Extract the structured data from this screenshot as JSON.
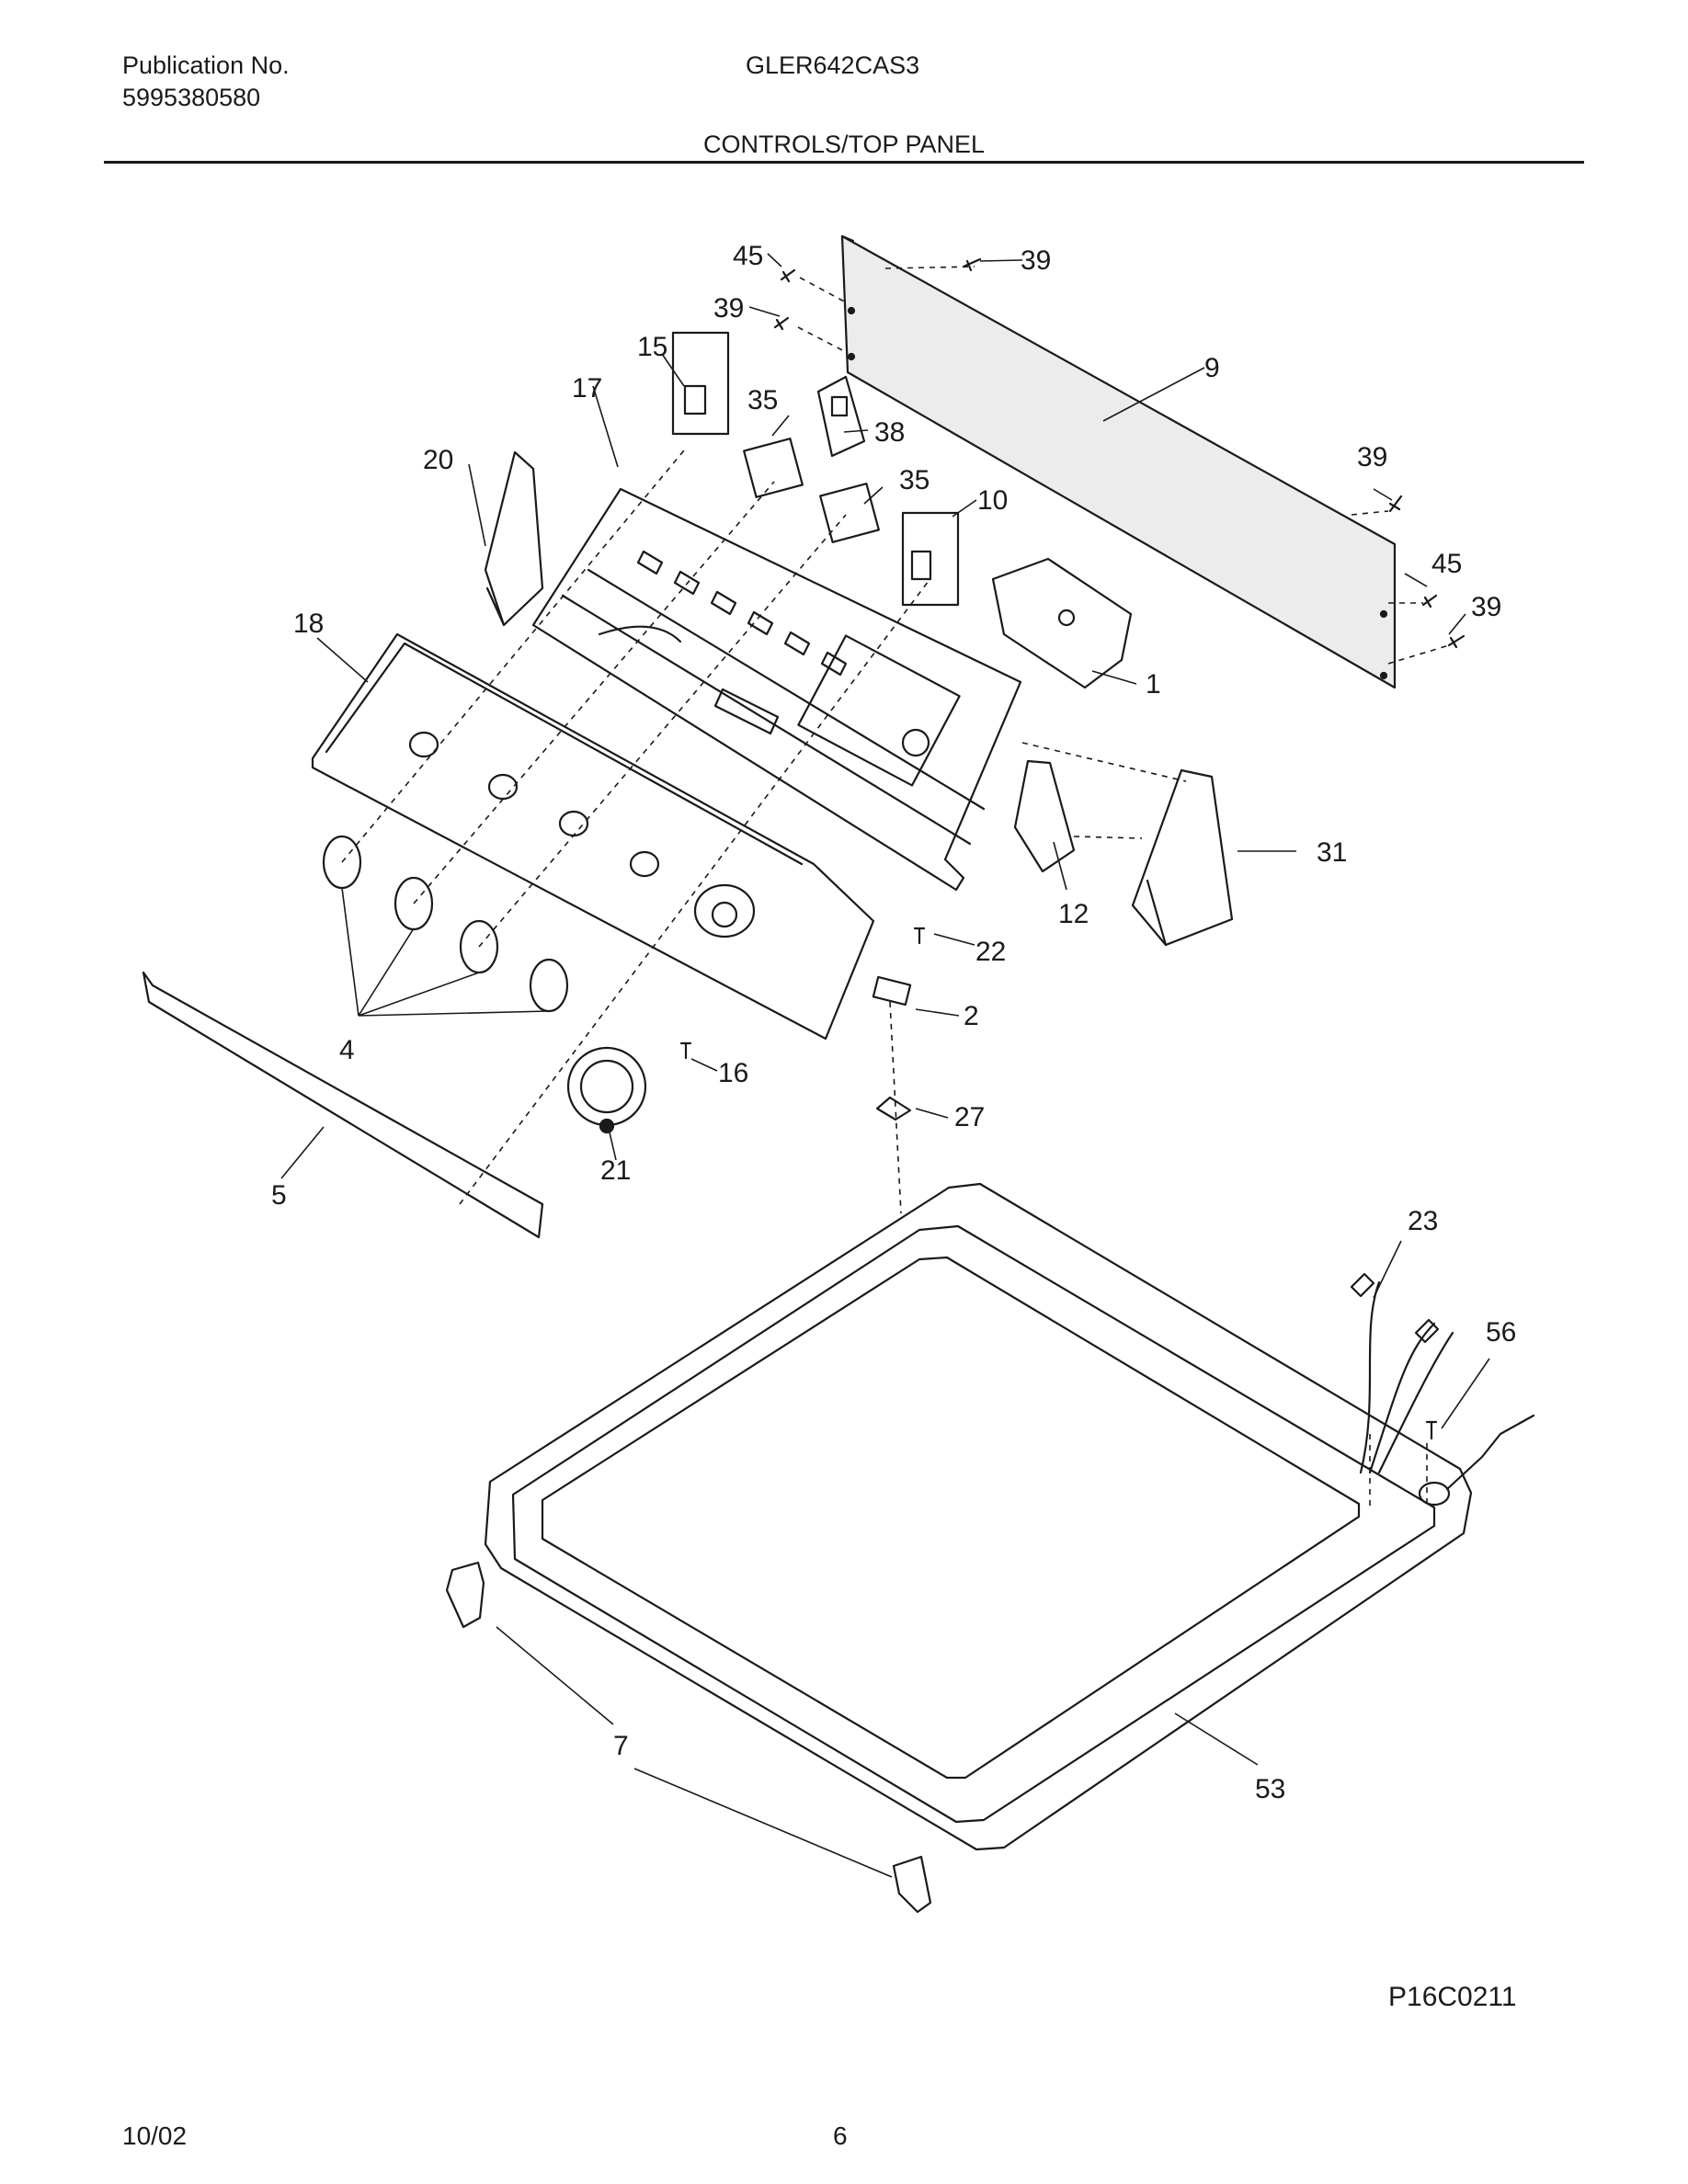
{
  "header": {
    "publication_label": "Publication No.",
    "publication_number": "5995380580",
    "model": "GLER642CAS3",
    "section_title": "CONTROLS/TOP PANEL"
  },
  "diagram": {
    "callouts": [
      "45",
      "39",
      "39",
      "9",
      "15",
      "17",
      "35",
      "38",
      "35",
      "10",
      "20",
      "39",
      "45",
      "39",
      "18",
      "1",
      "31",
      "12",
      "22",
      "2",
      "4",
      "16",
      "27",
      "5",
      "21",
      "23",
      "56",
      "7",
      "53"
    ]
  },
  "footer": {
    "figure_id": "P16C0211",
    "date": "10/02",
    "page": "6"
  }
}
